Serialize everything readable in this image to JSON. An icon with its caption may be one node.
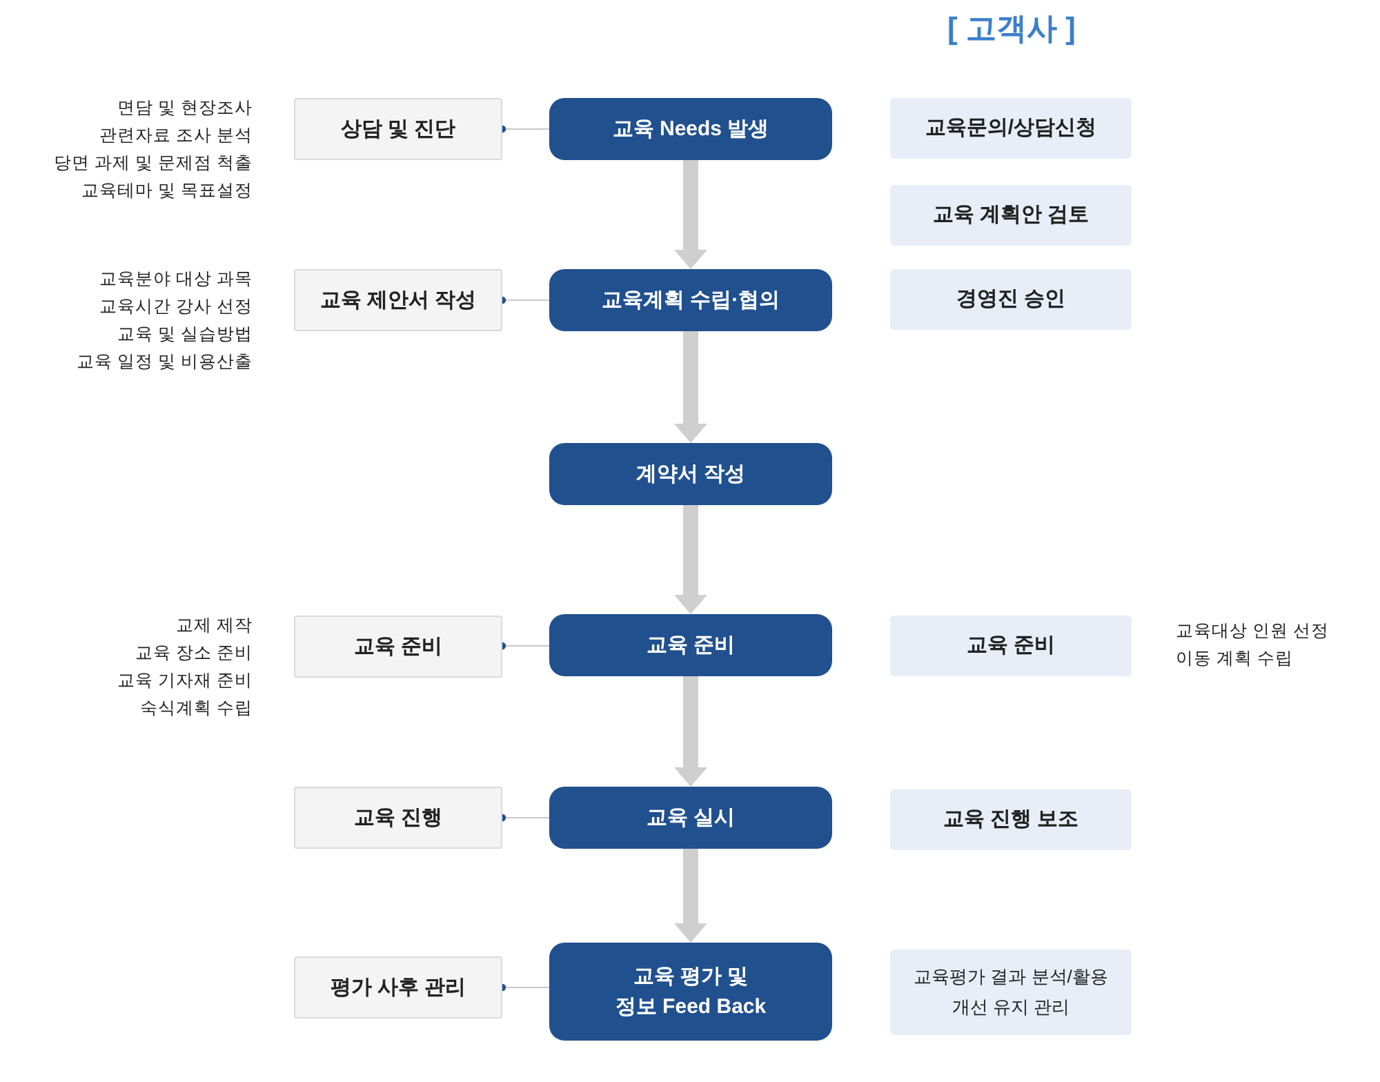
{
  "diagram": {
    "nodes": [
      {
        "text": [
          "상담 및 진단"
        ],
        "beside": [
          "면담 및 현장조사",
          "관련자료 조사 분석",
          "당면 과제 및 문제점 척출",
          "교육테마 및 목표설정"
        ]
      },
      {
        "text": [
          "교육 Needs 발생"
        ]
      },
      {
        "text": [
          "교육문의/상담신청"
        ]
      },
      {
        "text": [
          "교육 계획안 검토"
        ]
      },
      {
        "text": [
          "교육 제안서 작성"
        ],
        "beside": [
          "교육분야 대상 과목",
          "교육시간 강사 선정",
          "교육 및 실습방법",
          "교육 일정 및 비용산출"
        ]
      },
      {
        "text": [
          "교육계획 수립·협의"
        ]
      },
      {
        "text": [
          "경영진 승인"
        ]
      },
      {
        "text": [
          "계약서 작성"
        ]
      },
      {
        "text": [
          "교육 준비"
        ],
        "beside": [
          "교제 제작",
          "교육 장소 준비",
          "교육 기자재 준비",
          "숙식계획 수립"
        ]
      },
      {
        "text": [
          "교육 준비"
        ]
      },
      {
        "text": [
          "교육 준비"
        ],
        "beside": [
          "교육대상 인원 선정",
          "이동 계획 수립"
        ]
      },
      {
        "text": [
          "교육 진행"
        ]
      },
      {
        "text": [
          "교육 실시"
        ]
      },
      {
        "text": [
          "교육 진행 보조"
        ]
      },
      {
        "text": [
          "평가 사후 관리"
        ]
      },
      {
        "text": [
          "교육 평가 및 정보 Feed Back"
        ]
      },
      {
        "text": [
          "교육평가 결과 분석/활용 개선 유지 관리"
        ]
      }
    ],
    "edges": [
      {
        "from": 0,
        "to": 1,
        "arrow": "other"
      },
      {
        "from": 1,
        "to": 5,
        "arrow": "to",
        "style": "thick"
      },
      {
        "from": 4,
        "to": 5,
        "arrow": "other"
      },
      {
        "from": 5,
        "to": 7,
        "arrow": "to",
        "style": "thick"
      },
      {
        "from": 7,
        "to": 9,
        "arrow": "to",
        "style": "thick"
      },
      {
        "from": 8,
        "to": 9,
        "arrow": "other"
      },
      {
        "from": 9,
        "to": 12,
        "arrow": "to",
        "style": "thick"
      },
      {
        "from": 11,
        "to": 12,
        "arrow": "other"
      },
      {
        "from": 12,
        "to": 15,
        "arrow": "to",
        "style": "thick"
      },
      {
        "from": 14,
        "to": 15,
        "arrow": "other"
      }
    ],
    "labels": [
      "[ 고객사 ]"
    ]
  }
}
